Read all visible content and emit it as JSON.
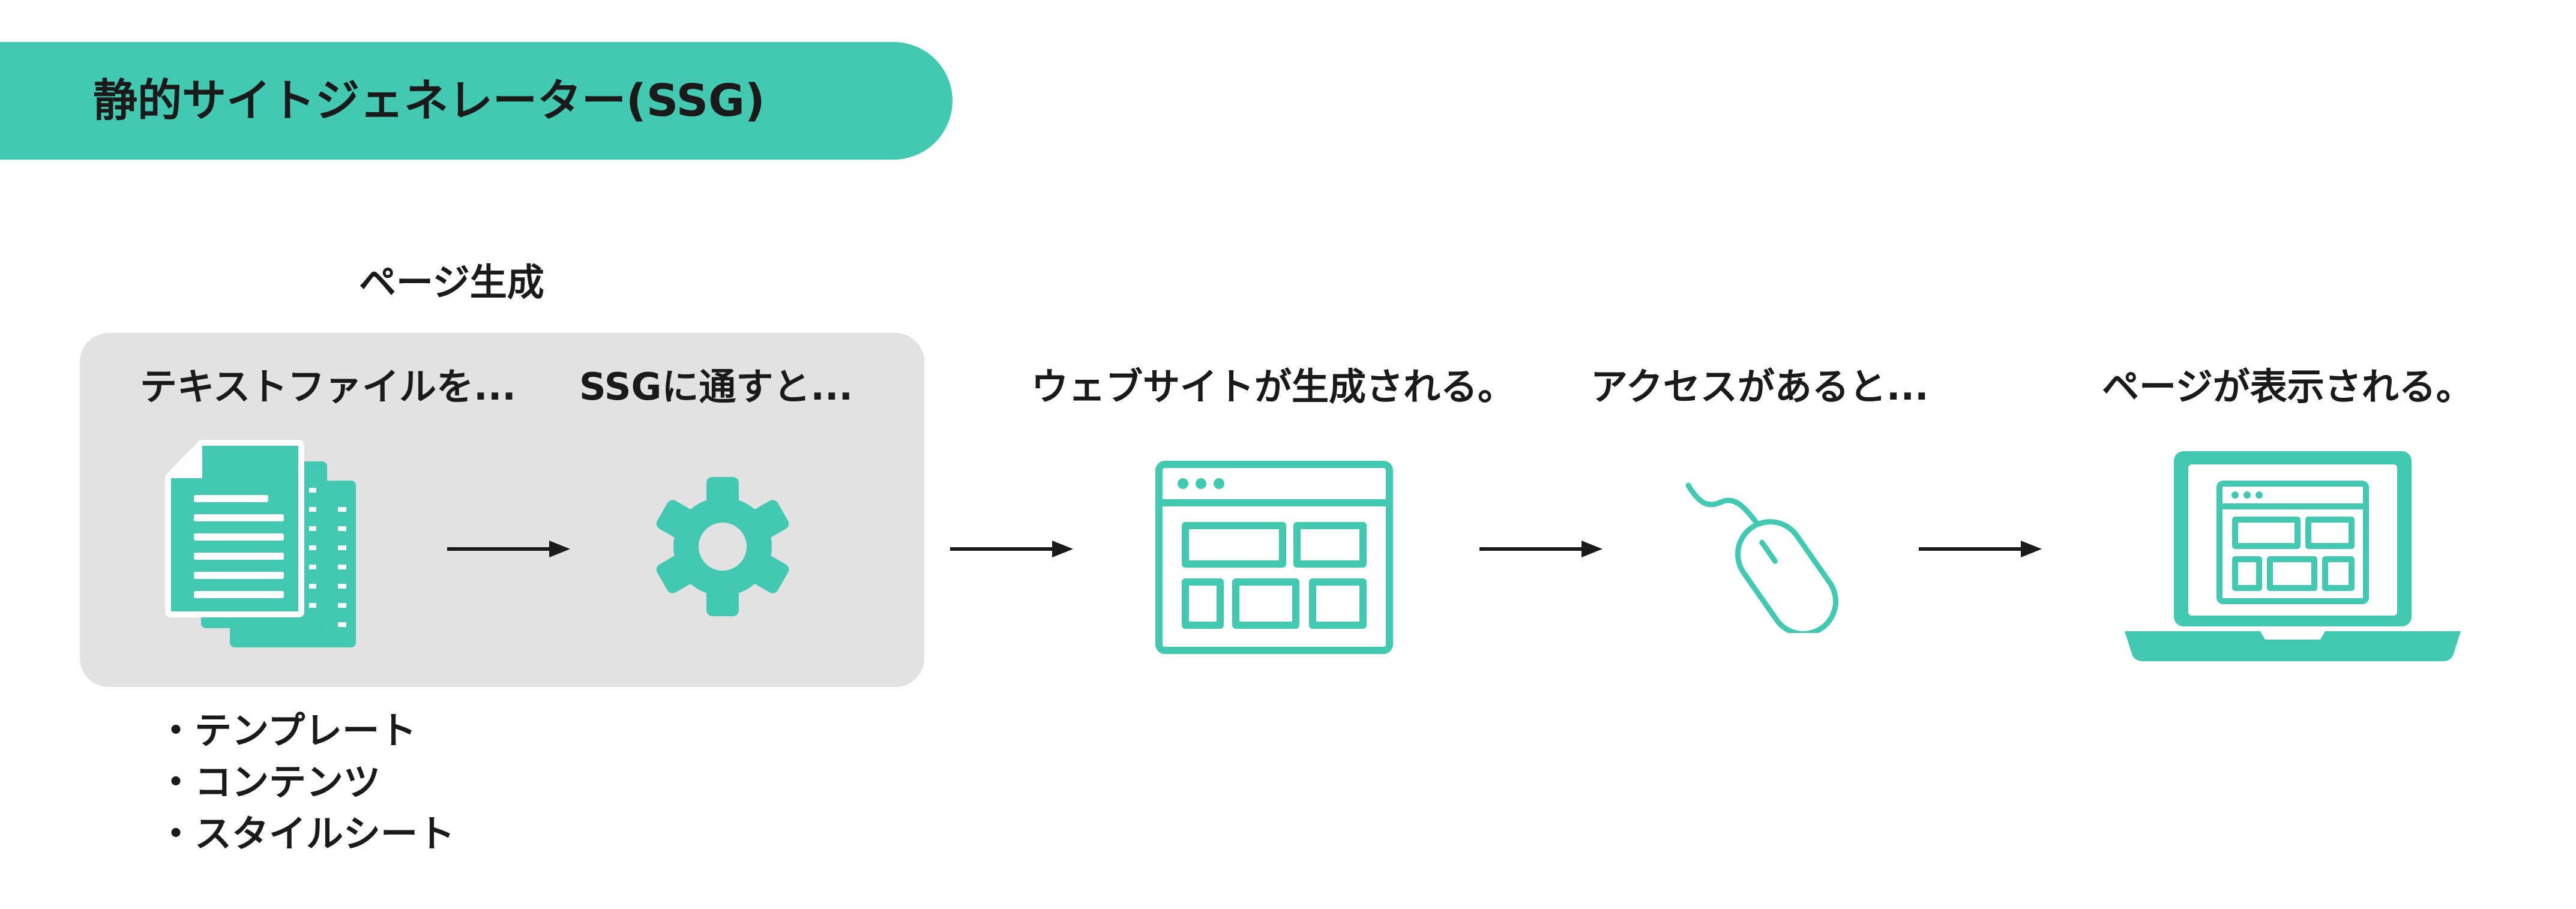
{
  "header": {
    "title": "静的サイトジェネレーター(SSG)"
  },
  "stage_group": {
    "label": "ページ生成"
  },
  "steps": [
    {
      "label": "テキストファイルを..."
    },
    {
      "label": "SSGに通すと..."
    },
    {
      "label": "ウェブサイトが生成される。"
    },
    {
      "label": "アクセスがあると..."
    },
    {
      "label": "ページが表示される。"
    }
  ],
  "text_files": {
    "items": [
      "・テンプレート",
      "・コンテンツ",
      "・スタイルシート"
    ]
  },
  "icons": [
    "documents-icon",
    "gear-icon",
    "browser-window-icon",
    "mouse-icon",
    "laptop-icon"
  ],
  "colors": {
    "accent": "#43c9b2",
    "box": "#e2e2e2",
    "text": "#1a1a1a"
  }
}
